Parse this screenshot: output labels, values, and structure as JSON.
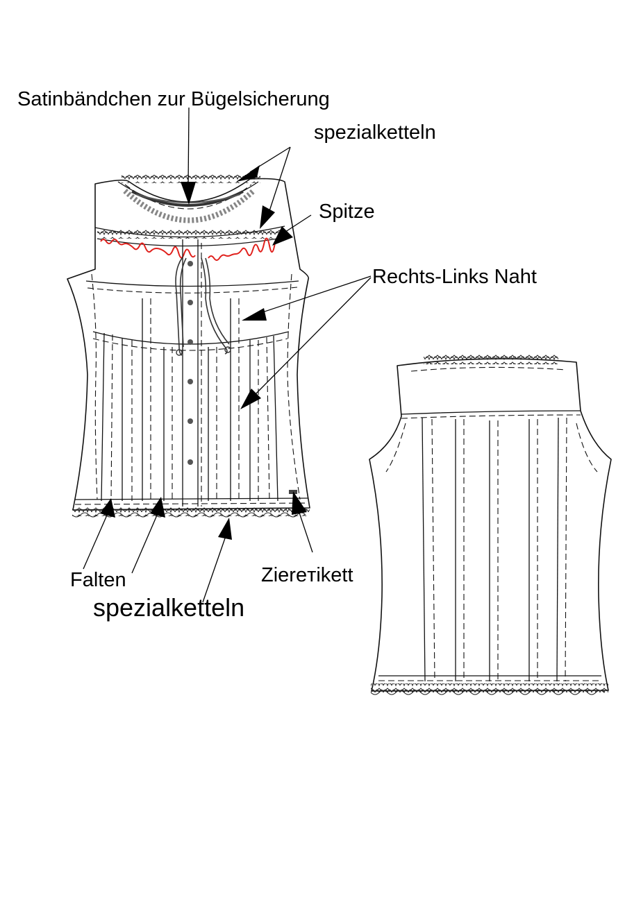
{
  "labels": {
    "satin_ribbon": "Satinbändchen zur Bügelsicherung",
    "special_chain_top": "spezialketteln",
    "lace": "Spitze",
    "right_left_seam": "Rechts-Links Naht",
    "pleats": "Falten",
    "decorative_label": "Ziereтikett",
    "special_chain_bottom": "spezialketteln"
  },
  "colors": {
    "outline": "#111111",
    "accent_red": "#e0201c",
    "button": "#555555",
    "arrow": "#000000"
  }
}
